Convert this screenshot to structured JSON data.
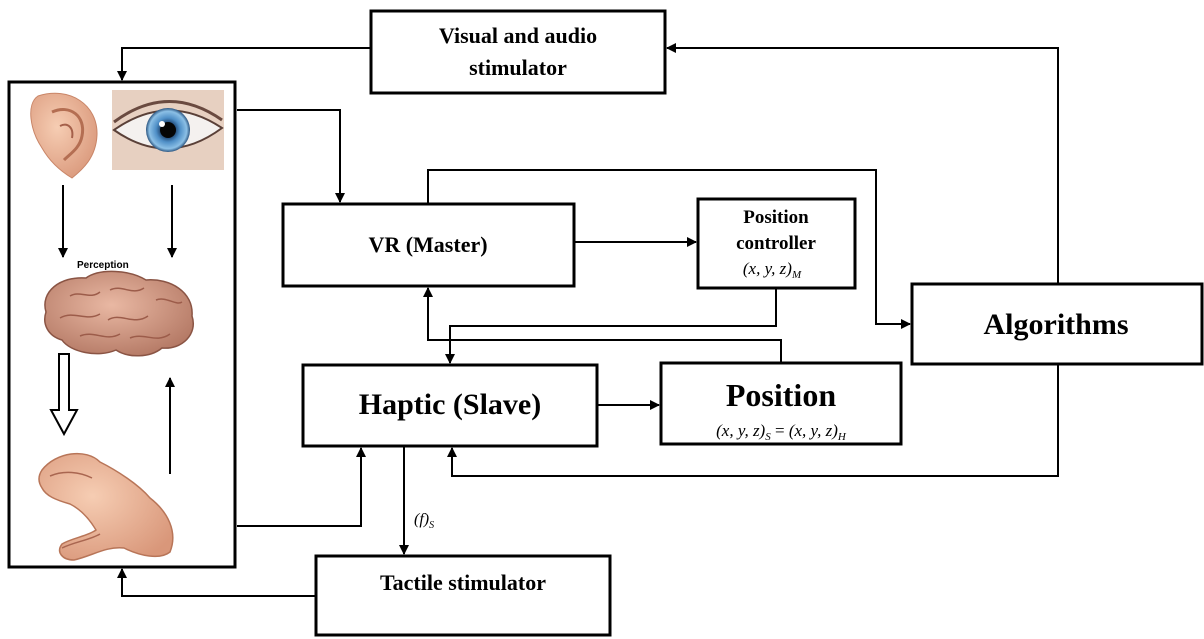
{
  "nodes": {
    "visual_audio": [
      "Visual and audio",
      "stimulator"
    ],
    "vr_master": "VR (Master)",
    "position_controller": [
      "Position",
      "controller"
    ],
    "position_controller_formula": "(x, y, z)",
    "position_controller_sub": "M",
    "algorithms": "Algorithms",
    "haptic_slave": "Haptic (Slave)",
    "position": "Position",
    "position_formula_left": "(x, y, z)",
    "position_formula_left_sub": "S",
    "position_formula_eq": " = ",
    "position_formula_right": "(x, y, z)",
    "position_formula_right_sub": "H",
    "tactile": "Tactile stimulator"
  },
  "human_panel": {
    "perception_label": "Perception",
    "images": [
      "ear",
      "eye",
      "brain",
      "hand"
    ]
  },
  "edge_labels": {
    "force": "(f)",
    "force_sub": "S"
  }
}
